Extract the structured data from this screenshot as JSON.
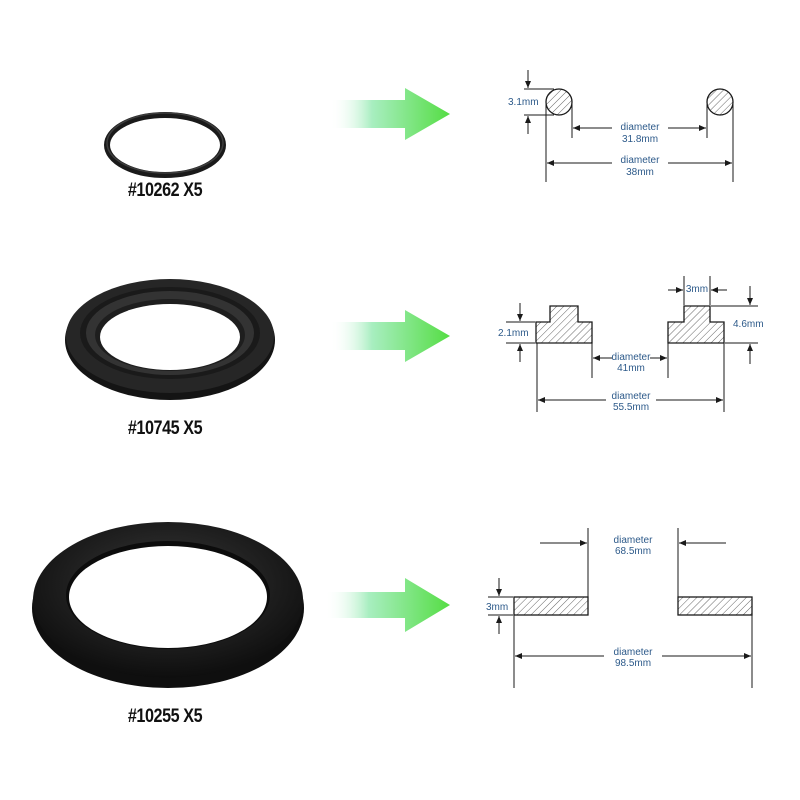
{
  "rows": [
    {
      "part_label": "#10262 X5",
      "dims": {
        "thickness": "3.1mm",
        "inner_label": "diameter",
        "inner_value": "31.8mm",
        "outer_label": "diameter",
        "outer_value": "38mm"
      }
    },
    {
      "part_label": "#10745 X5",
      "dims": {
        "step_thickness": "2.1mm",
        "step_width": "3mm",
        "total_thickness": "4.6mm",
        "inner_label": "diameter",
        "inner_value": "41mm",
        "outer_label": "diameter",
        "outer_value": "55.5mm"
      }
    },
    {
      "part_label": "#10255 X5",
      "dims": {
        "thickness": "3mm",
        "inner_label": "diameter",
        "inner_value": "68.5mm",
        "outer_label": "diameter",
        "outer_value": "98.5mm"
      }
    }
  ],
  "colors": {
    "arrow": "#5ee05e",
    "line": "#1a1a1a",
    "text": "#2d5a8a",
    "rubber": "#1c1c1c"
  }
}
